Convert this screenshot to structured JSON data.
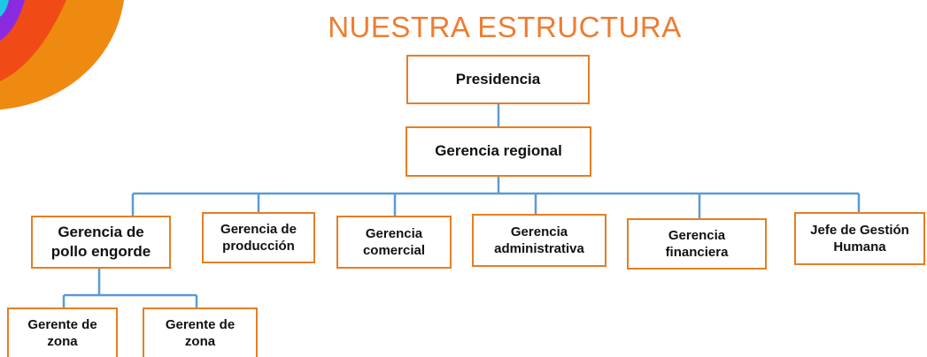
{
  "header": {
    "title": "NUESTRA ESTRUCTURA"
  },
  "colors": {
    "title": "#ee7d31",
    "box_border": "#e67e22",
    "connector": "#5b9bd5",
    "deco_orange": "#ef8a10",
    "deco_red": "#f04b16",
    "deco_purple": "#8a2be2",
    "deco_cyan": "#1ec8e6"
  },
  "org": {
    "presidencia": "Presidencia",
    "gerencia_regional": "Gerencia regional",
    "departments": [
      {
        "label": "Gerencia de pollo engorde"
      },
      {
        "label": "Gerencia de producción"
      },
      {
        "label": "Gerencia comercial"
      },
      {
        "label": "Gerencia administrativa"
      },
      {
        "label": "Gerencia financiera"
      },
      {
        "label": "Jefe de Gestión Humana"
      }
    ],
    "zone_managers": [
      {
        "label": "Gerente de zona"
      },
      {
        "label": "Gerente de zona"
      }
    ]
  }
}
